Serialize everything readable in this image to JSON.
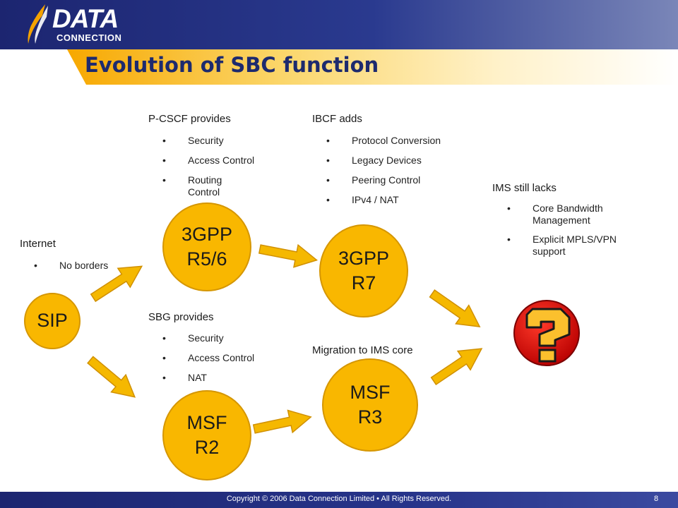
{
  "logo": {
    "word": "DATA",
    "sub": "CONNECTION"
  },
  "title": "Evolution of SBC function",
  "internet": {
    "heading": "Internet",
    "items": [
      "No borders"
    ]
  },
  "pcscf": {
    "heading": "P-CSCF provides",
    "items": [
      "Security",
      "Access Control",
      "Routing Control"
    ]
  },
  "ibcf": {
    "heading": "IBCF adds",
    "items": [
      "Protocol Conversion",
      "Legacy Devices",
      "Peering Control",
      "IPv4 / NAT"
    ]
  },
  "ims": {
    "heading": "IMS still lacks",
    "items": [
      "Core Bandwidth Management",
      "Explicit MPLS/VPN support"
    ]
  },
  "sbg": {
    "heading": "SBG provides",
    "items": [
      "Security",
      "Access Control",
      "NAT"
    ]
  },
  "migration": {
    "heading": "Migration to IMS core"
  },
  "nodes": {
    "sip": "SIP",
    "r56": {
      "line1": "3GPP",
      "line2": "R5/6"
    },
    "r7": {
      "line1": "3GPP",
      "line2": "R7"
    },
    "msf_r2": {
      "line1": "MSF",
      "line2": "R2"
    },
    "msf_r3": {
      "line1": "MSF",
      "line2": "R3"
    }
  },
  "icons": {
    "question": "question-mark-icon",
    "arrow": "arrow-icon"
  },
  "colors": {
    "node_fill": "#f9b700",
    "navy": "#1d2a6e",
    "accent_orange": "#f5a300",
    "warning_red": "#d90000"
  },
  "footer": {
    "text": "Copyright © 2006 Data Connection Limited • All Rights Reserved.",
    "page": "8"
  }
}
